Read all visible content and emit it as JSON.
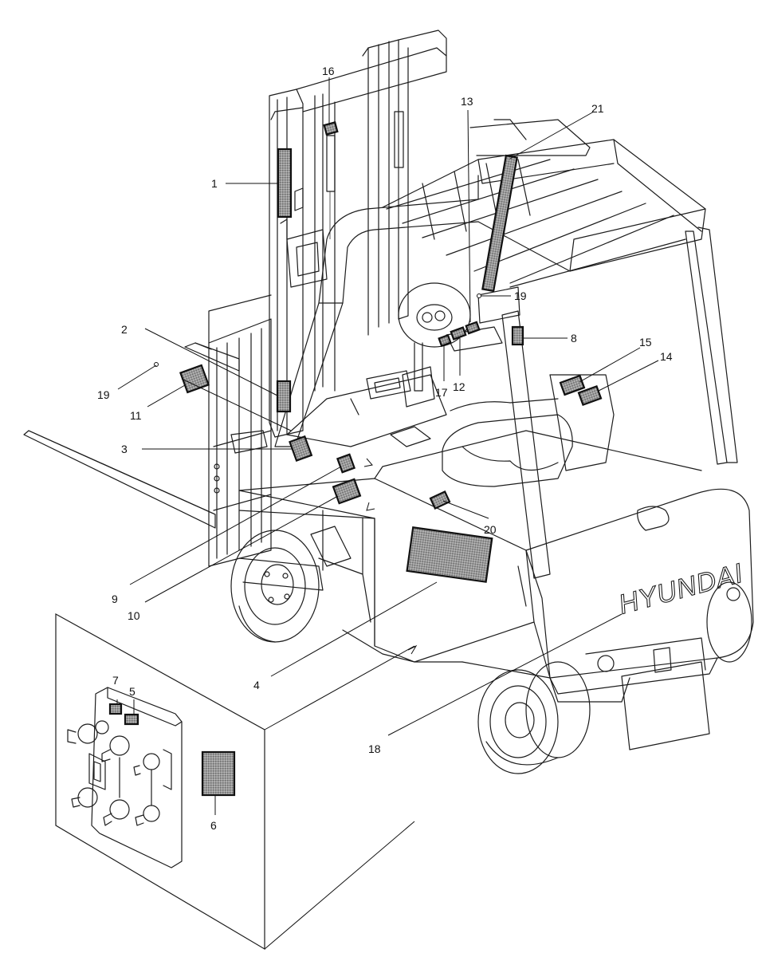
{
  "brand": {
    "logo_text": "HYUNDAI"
  },
  "callouts": [
    {
      "id": "1",
      "label": "1"
    },
    {
      "id": "2",
      "label": "2"
    },
    {
      "id": "3",
      "label": "3"
    },
    {
      "id": "4",
      "label": "4"
    },
    {
      "id": "5",
      "label": "5"
    },
    {
      "id": "6",
      "label": "6"
    },
    {
      "id": "7",
      "label": "7"
    },
    {
      "id": "8",
      "label": "8"
    },
    {
      "id": "9",
      "label": "9"
    },
    {
      "id": "10",
      "label": "10"
    },
    {
      "id": "11",
      "label": "11"
    },
    {
      "id": "12",
      "label": "12"
    },
    {
      "id": "13",
      "label": "13"
    },
    {
      "id": "14",
      "label": "14"
    },
    {
      "id": "15",
      "label": "15"
    },
    {
      "id": "16",
      "label": "16"
    },
    {
      "id": "17",
      "label": "17"
    },
    {
      "id": "18",
      "label": "18"
    },
    {
      "id": "19a",
      "label": "19"
    },
    {
      "id": "19b",
      "label": "19"
    },
    {
      "id": "20",
      "label": "20"
    },
    {
      "id": "21",
      "label": "21"
    }
  ]
}
